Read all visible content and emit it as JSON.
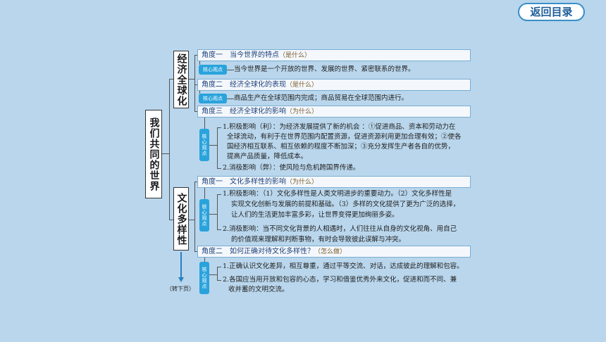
{
  "nav": {
    "back_label": "返回目录"
  },
  "root": {
    "title": "我们共同的世界"
  },
  "branches": {
    "globalization": {
      "title": "经济全球化"
    },
    "diversity": {
      "title": "文化多样性"
    }
  },
  "rows": {
    "g1_title": "角度一　当今世界的特点",
    "g1_hint": "（是什么）",
    "g1_tag": "核心观点",
    "g1_text": "当今世界是一个开放的世界、发展的世界、紧密联系的世界。",
    "g2_title": "角度二　经济全球化的表现",
    "g2_hint": "（是什么）",
    "g2_tag": "核心观点",
    "g2_text": "商品生产在全球范围内完成；商品贸易在全球范围内进行。",
    "g3_title": "角度三　经济全球化的影响",
    "g3_hint": "（为什么）",
    "g3_tag": "核心观点",
    "g3_l1": "1.积极影响（利）：为经济发展提供了新的机会 ：①促进商品、资本和劳动力在",
    "g3_l2": "全球流动，有利于在世界范围内配置资源，促进资源利用更加合理有效；②使各",
    "g3_l3": "国经济相互联系、相互依赖的程度不断加深；③充分发挥生产者各自的优势，",
    "g3_l4": "提高产品质量，降低成本。",
    "g3_l5": "2.消极影响（弊）：使风险与危机跨国界传递。",
    "d1_title": "角度一　文化多样性的影响",
    "d1_hint": "（为什么）",
    "d1_tag": "核心观点",
    "d1_l1": "1.积极影响：（1）文化多样性是人类文明进步的重要动力。（2）文化多样性是",
    "d1_l2": "实现文化创新与发展的前提和基础。（3）多样的文化提供了更为广泛的选择，",
    "d1_l3": "让人们的生活更加丰富多彩，让世界变得更加绚丽多姿。",
    "d1_l4": "2.消极影响：当不同文化背景的人相遇时，人们往往从自身的文化视角、用自己",
    "d1_l5": "的价值观来理解和判断事物，有时会导致彼此误解与冲突。",
    "d2_title": "角度二　如何正确对待文化多样性？",
    "d2_hint": "（怎么做）",
    "d2_tag": "核心观点",
    "d2_l1": "1.正确认识文化差异，相互尊重，通过平等交流、对话，达成彼此的理解和包容。",
    "d2_l2": "2.各国应当用开放和包容的心态，学习和借鉴优秀外来文化，促进和而不同、兼",
    "d2_l3": "收并蓄的文明交流。"
  },
  "footer": {
    "next_page": "（转下页）"
  }
}
